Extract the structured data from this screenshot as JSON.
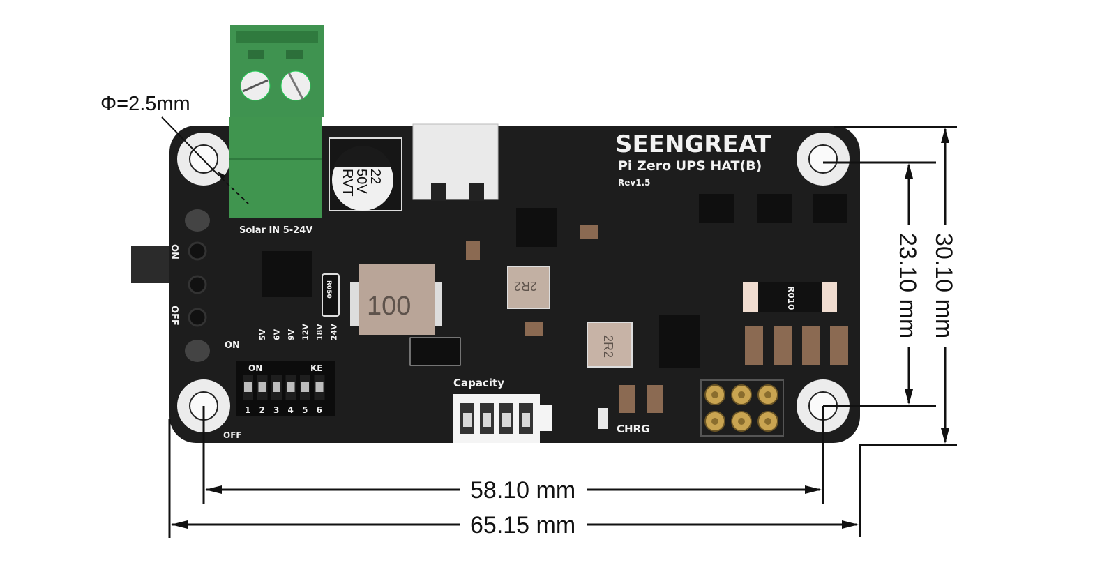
{
  "board": {
    "brand": "SEENGREAT",
    "product": "Pi Zero UPS HAT(B)",
    "revision": "Rev1.5",
    "solar_label": "Solar IN 5-24V",
    "switch_on": "ON",
    "switch_off": "OFF",
    "dip_on_left": "ON",
    "dip_off_left": "OFF",
    "dip_header_on": "ON",
    "dip_header_ke": "KE",
    "voltage_labels": [
      "5V",
      "6V",
      "9V",
      "12V",
      "18V",
      "24V"
    ],
    "dip_numbers": [
      "1",
      "2",
      "3",
      "4",
      "5",
      "6"
    ],
    "capacity_label": "Capacity",
    "chrg_label": "CHRG",
    "cap_marking": [
      "22",
      "50V",
      "RVT"
    ],
    "inductor_main": "100",
    "inductor_2r2_a": "2R2",
    "inductor_2r2_b": "2R2",
    "resistor_r050": "R050",
    "resistor_r010": "R010",
    "capacity_leds": 4,
    "pogo_pins": 6
  },
  "dimensions": {
    "hole_diameter": "Φ=2.5mm",
    "hole_spacing_x": "58.10 mm",
    "board_width": "65.15 mm",
    "hole_spacing_y": "23.10 mm",
    "board_height": "30.10 mm"
  },
  "colors": {
    "pcb": "#1c1c1c",
    "terminal_green": "#3e8f4a",
    "silk": "#f2f2f2",
    "gold": "#c9a451",
    "inductor": "#b8a496"
  }
}
